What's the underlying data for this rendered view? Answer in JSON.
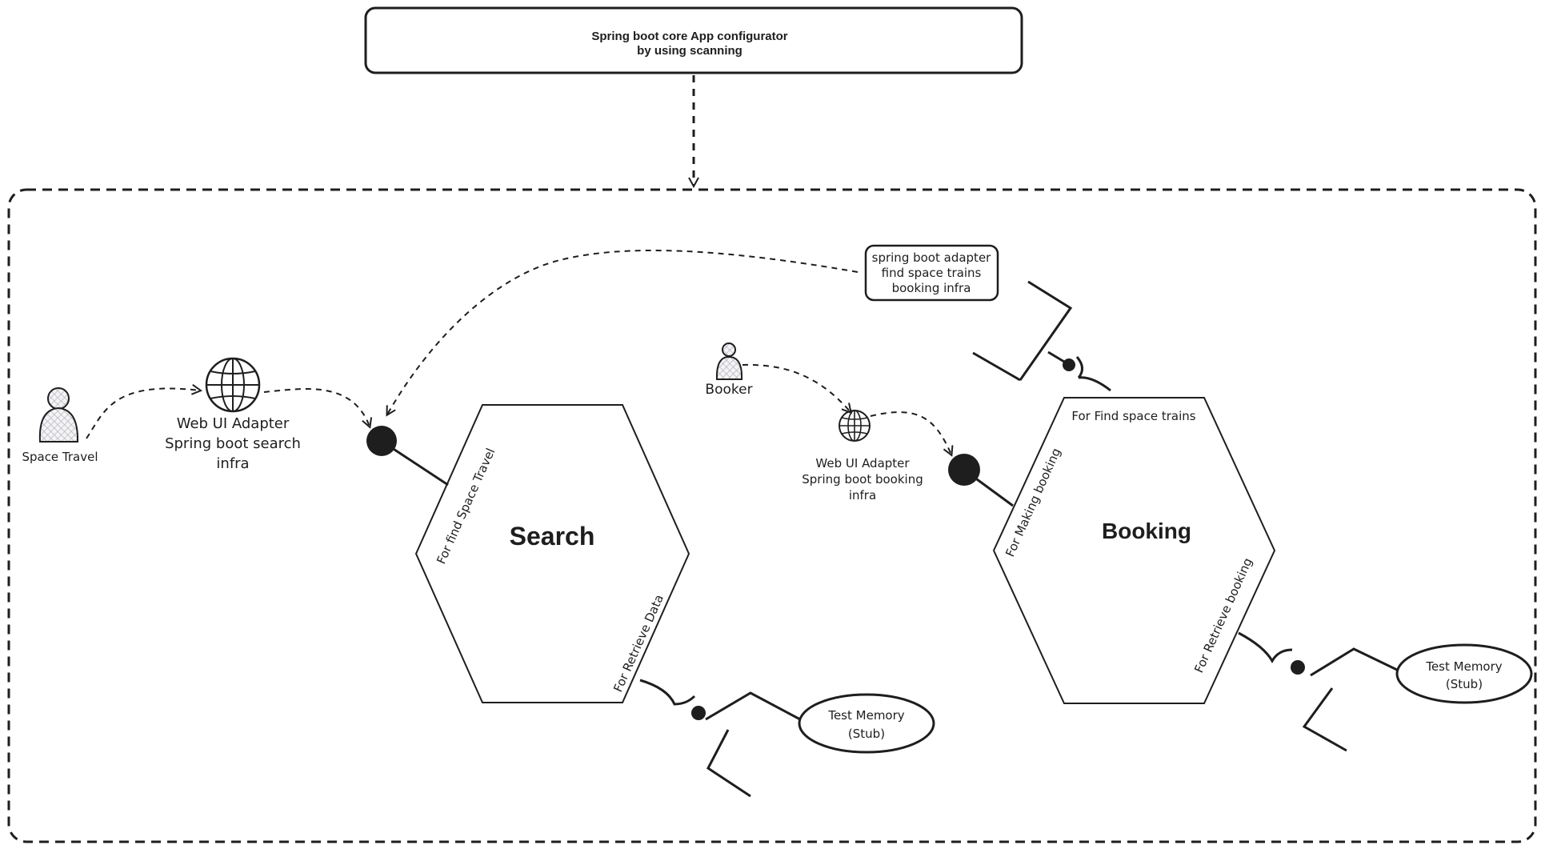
{
  "configurator": {
    "line1": "Spring boot core App configurator",
    "line2": "by using scanning"
  },
  "actors": {
    "space_travel": "Space Travel",
    "booker": "Booker"
  },
  "adapters": {
    "search_web": [
      "Web UI Adapter",
      "Spring boot search",
      "infra"
    ],
    "booking_web": [
      "Web UI Adapter",
      "Spring boot booking",
      "infra"
    ],
    "spring_boot_adapter": [
      "spring boot adapter",
      "find space trains",
      "booking infra"
    ]
  },
  "hexagons": {
    "search": {
      "title": "Search",
      "port_left": "For find Space Travel",
      "port_right": "For Retrieve Data"
    },
    "booking": {
      "title": "Booking",
      "port_top": "For Find space trains",
      "port_left": "For Making booking",
      "port_right": "For Retrieve booking"
    }
  },
  "stubs": {
    "search_stub": [
      "Test Memory",
      "(Stub)"
    ],
    "booking_stub": [
      "Test Memory",
      "(Stub)"
    ]
  },
  "icons": {
    "actor": "person-icon",
    "web": "globe-icon"
  },
  "colors": {
    "stroke": "#1e1e1e",
    "background": "#ffffff"
  }
}
